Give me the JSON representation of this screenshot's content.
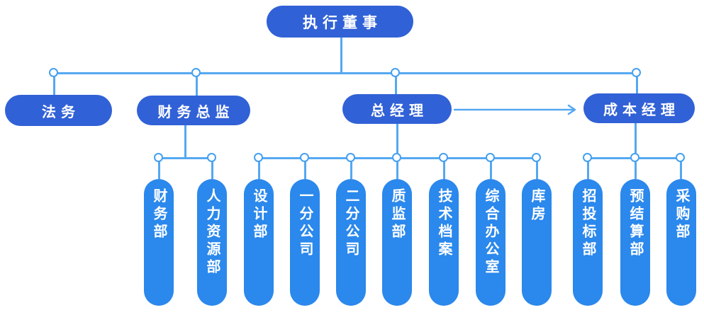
{
  "org": {
    "root": {
      "label": "执行董事"
    },
    "branches": [
      {
        "label": "法务",
        "children": []
      },
      {
        "label": "财务总监",
        "children": [
          {
            "label": "财务部"
          },
          {
            "label": "人力资源部"
          }
        ]
      },
      {
        "label": "总经理",
        "children": [
          {
            "label": "设计部"
          },
          {
            "label": "一分公司"
          },
          {
            "label": "二分公司"
          },
          {
            "label": "质监部"
          },
          {
            "label": "技术档案"
          },
          {
            "label": "综合办公室"
          },
          {
            "label": "库房"
          }
        ]
      },
      {
        "label": "成本经理",
        "children": [
          {
            "label": "招投标部"
          },
          {
            "label": "预结算部"
          },
          {
            "label": "采购部"
          }
        ]
      }
    ],
    "cross_link": {
      "from": "总经理",
      "to": "成本经理",
      "style": "arrow"
    }
  },
  "colors": {
    "manager_node": "#3161d6",
    "department_node": "#2b88ec",
    "connector": "#55a8f1",
    "node_text": "#ffffff",
    "background": "#ffffff"
  }
}
